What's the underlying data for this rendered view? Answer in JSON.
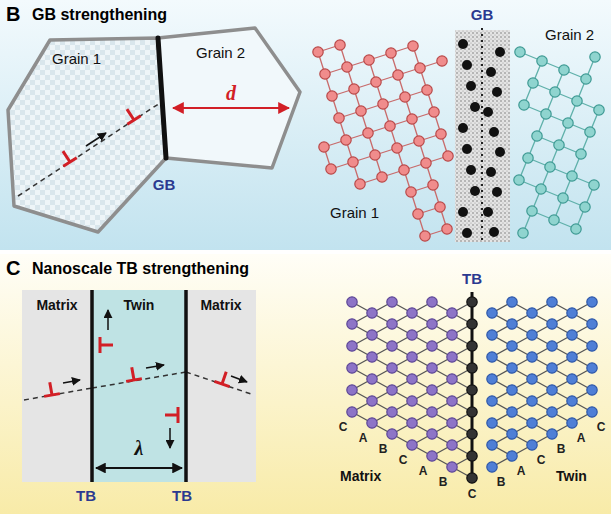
{
  "diagram": {
    "nodes": [
      {
        "text": [
          "B",
          "GB strengthening"
        ]
      },
      {
        "text": [
          "Grain 1"
        ],
        "in": 0
      },
      {
        "text": [
          "Grain 2"
        ],
        "in": 0
      },
      {
        "text": [
          "C",
          "Nanoscale TB strengthening"
        ]
      },
      {
        "text": [
          "Matrix"
        ],
        "in": 3
      },
      {
        "text": [
          "Twin"
        ],
        "in": 3
      },
      {
        "text": [
          "Matrix"
        ],
        "in": 3
      }
    ],
    "labels": [
      "d",
      "GB",
      "GB",
      "Grain 1",
      "Grain 2",
      "λ",
      "TB",
      "TB",
      "TB",
      "Matrix",
      "Twin",
      "C",
      "A",
      "B",
      "C",
      "A",
      "B",
      "C",
      "B",
      "A",
      "C",
      "B",
      "A",
      "C"
    ]
  }
}
